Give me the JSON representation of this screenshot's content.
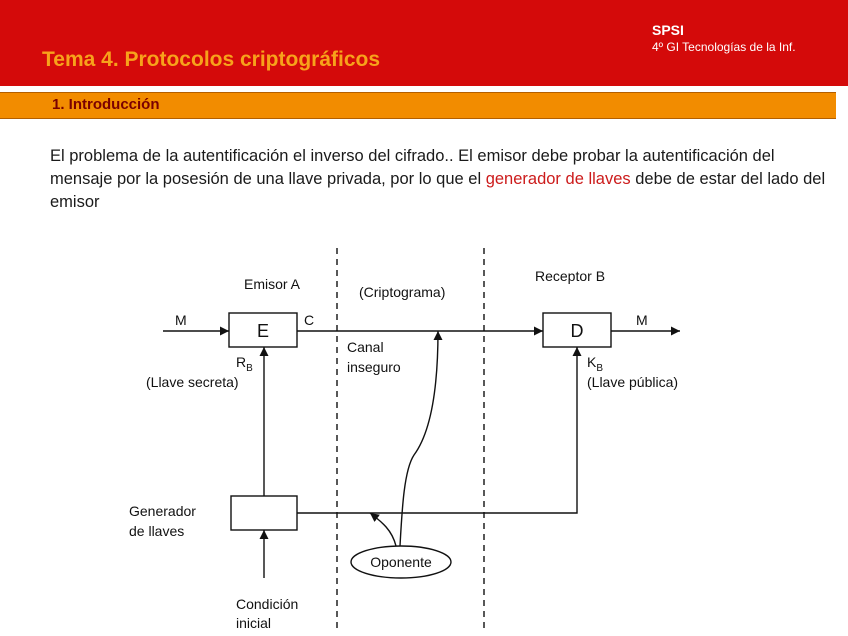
{
  "header": {
    "title": "Tema 4. Protocolos criptográficos",
    "brand": "SPSI",
    "subtitle": "4º  GI  Tecnologías de la Inf."
  },
  "section": {
    "title": "1.  Introducción"
  },
  "body": {
    "text_part1": "El problema de la autentificación el inverso del cifrado..  El emisor debe probar la autentificación del mensaje por la posesión de una llave privada, por lo que el ",
    "highlight": "generador de llaves",
    "text_part2": "  debe de estar del lado del emisor",
    "highlight_color": "#cc1b1b"
  },
  "diagram": {
    "emisor_label": "Emisor A",
    "receptor_label": "Receptor B",
    "criptograma_label": "(Criptograma)",
    "m_in": "M",
    "m_out": "M",
    "c_label": "C",
    "e_box": "E",
    "d_box": "D",
    "canal_line1": "Canal",
    "canal_line2": "inseguro",
    "rb_main": "R",
    "rb_sub": "B",
    "kb_main": "K",
    "kb_sub": "B",
    "llave_secreta": "(Llave secreta)",
    "llave_publica": "(Llave pública)",
    "generador_line1": "Generador",
    "generador_line2": "de llaves",
    "oponente": "Oponente",
    "condicion_line1": "Condición",
    "condicion_line2": "inicial"
  }
}
